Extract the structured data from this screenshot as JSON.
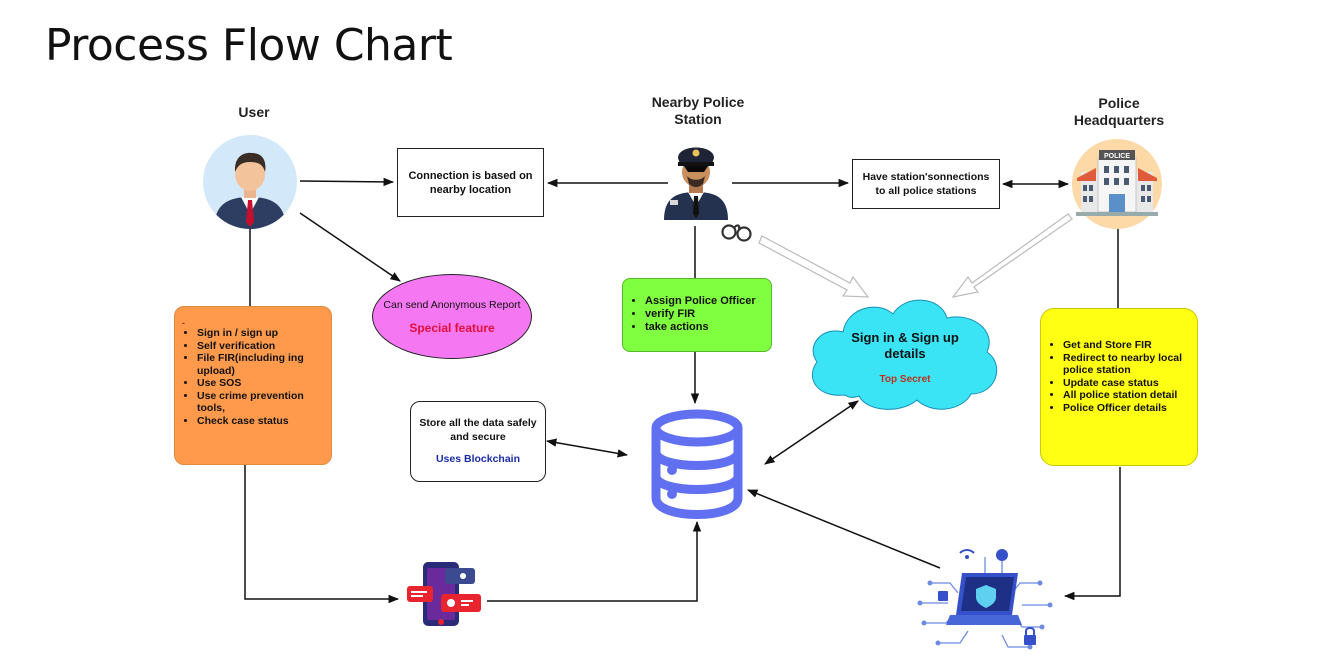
{
  "title": "Process Flow Chart",
  "headers": {
    "user": "User",
    "station_line1": "Nearby Police",
    "station_line2": "Station",
    "hq_line1": "Police",
    "hq_line2": "Headquarters"
  },
  "connection_box": "Connection is based on nearby location",
  "hq_connection_box": "Have station'sonnections to all police stations",
  "anonymous": {
    "text": "Can send Anonymous Report",
    "tag": "Special feature"
  },
  "user_features": {
    "dash": "-",
    "items": [
      "Sign in / sign up",
      "Self verification",
      "File FIR(including ing upload)",
      "Use SOS",
      "Use crime prevention tools,",
      "Check case status"
    ]
  },
  "station_features": {
    "items": [
      "Assign Police Officer",
      "verify FIR",
      "take actions"
    ]
  },
  "cloud": {
    "title": "Sign in & Sign up details",
    "tag": "Top Secret"
  },
  "hq_features": {
    "items": [
      "Get and Store FIR",
      "Redirect to nearby local police station",
      "Update case status",
      "All police station detail",
      "Police Officer details"
    ]
  },
  "storage": {
    "text": "Store all the data safely and secure",
    "tag": "Uses Blockchain"
  },
  "police_badge": "POLICE",
  "colors": {
    "orange": "#FF9A4D",
    "green": "#80FF40",
    "magenta": "#F578F2",
    "cyan": "#3BE4F5",
    "yellow": "#FFFF14",
    "database": "#6070F0",
    "special": "#E0103A",
    "topsecret": "#C0301A",
    "blockchain": "#1A2BA8"
  },
  "icons": [
    "user-avatar-icon",
    "police-officer-icon",
    "handcuffs-icon",
    "police-building-icon",
    "database-icon",
    "mobile-app-icon",
    "cyber-laptop-icon"
  ]
}
